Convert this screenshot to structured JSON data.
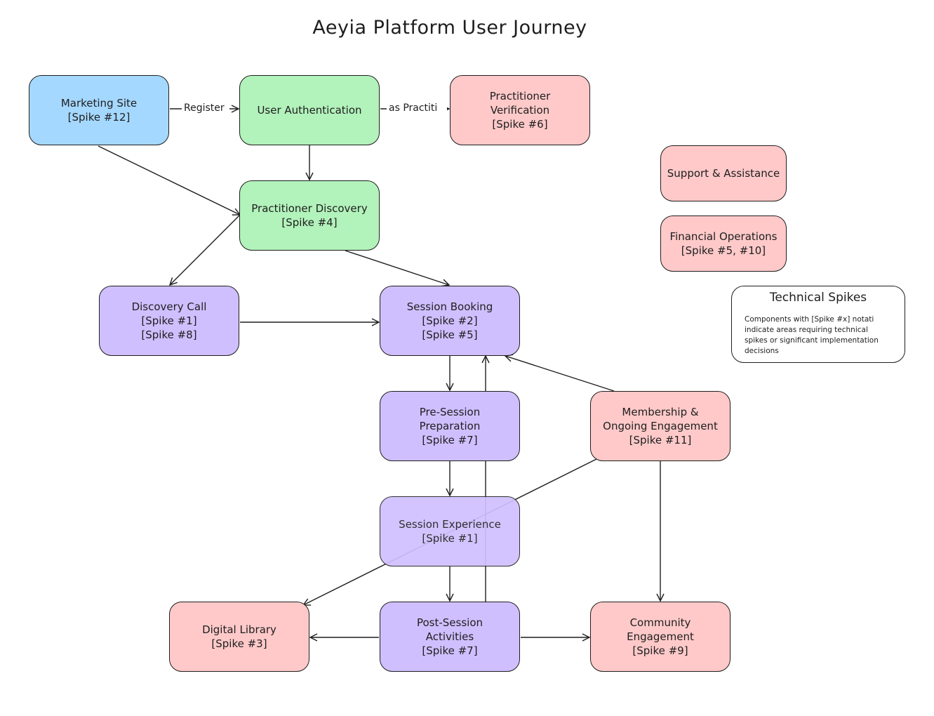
{
  "title": "Aeyia Platform User Journey",
  "colors": {
    "blue": "#a5d8ff",
    "green": "#b2f2bb",
    "purple": "#d0bfff",
    "pink": "#ffc9c9",
    "stroke": "#1e1e1e"
  },
  "nodes": {
    "marketing": "Marketing Site\n[Spike #12]",
    "auth": "User Authentication",
    "verification": "Practitioner\nVerification\n[Spike #6]",
    "support": "Support & Assistance",
    "discovery": "Practitioner Discovery\n[Spike #4]",
    "financial": "Financial Operations\n[Spike #5, #10]",
    "discovery_call": "Discovery Call\n[Spike #1]\n[Spike #8]",
    "booking": "Session Booking\n[Spike #2]\n[Spike #5]",
    "pre_session": "Pre-Session\nPreparation\n[Spike #7]",
    "membership": "Membership &\nOngoing Engagement\n[Spike #11]",
    "experience": "Session Experience\n[Spike #1]",
    "library": "Digital Library\n[Spike #3]",
    "post_session": "Post-Session\nActivities\n[Spike #7]",
    "community": "Community Engagement\n[Spike #9]"
  },
  "edge_labels": {
    "register": "Register",
    "as_practitioner": "as Practiti"
  },
  "note": {
    "title": "Technical Spikes",
    "lines": [
      "Components with [Spike #x] notati",
      "indicate areas requiring technical",
      "spikes or significant implementation",
      "decisions"
    ]
  }
}
